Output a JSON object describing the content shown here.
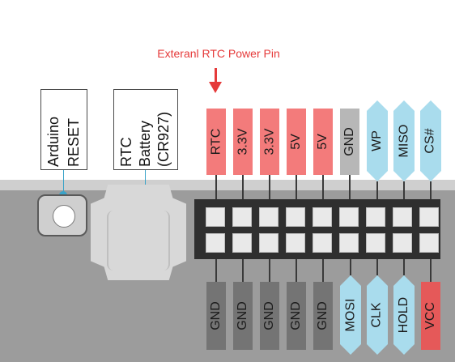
{
  "annotation": {
    "title": "Exteranl RTC Power Pin"
  },
  "side_labels": {
    "reset": {
      "line1": "Arduino",
      "line2": "RESET"
    },
    "battery": {
      "line1": "RTC",
      "line2": "Battery",
      "line3": "(CR927)"
    }
  },
  "top_pins": [
    {
      "label": "RTC",
      "style": "red"
    },
    {
      "label": "3.3V",
      "style": "red"
    },
    {
      "label": "3.3V",
      "style": "red"
    },
    {
      "label": "5V",
      "style": "red"
    },
    {
      "label": "5V",
      "style": "red"
    },
    {
      "label": "GND",
      "style": "grey"
    },
    {
      "label": "WP",
      "style": "blue"
    },
    {
      "label": "MISO",
      "style": "blue"
    },
    {
      "label": "CS#",
      "style": "blue"
    }
  ],
  "bottom_pins": [
    {
      "label": "GND",
      "style": "grey-dark"
    },
    {
      "label": "GND",
      "style": "grey-dark"
    },
    {
      "label": "GND",
      "style": "grey-dark"
    },
    {
      "label": "GND",
      "style": "grey-dark"
    },
    {
      "label": "GND",
      "style": "grey-dark"
    },
    {
      "label": "MOSI",
      "style": "blue"
    },
    {
      "label": "CLK",
      "style": "blue"
    },
    {
      "label": "HOLD",
      "style": "blue"
    },
    {
      "label": "VCC",
      "style": "red-bottom"
    }
  ],
  "colors": {
    "annotation": "#e53a3a",
    "power_pin": "#f37b7b",
    "gnd_top": "#b7b7b7",
    "gnd_bottom": "#747474",
    "signal_pin": "#a9dced",
    "vcc_pin": "#e55959",
    "leader": "#3aa3c8"
  }
}
